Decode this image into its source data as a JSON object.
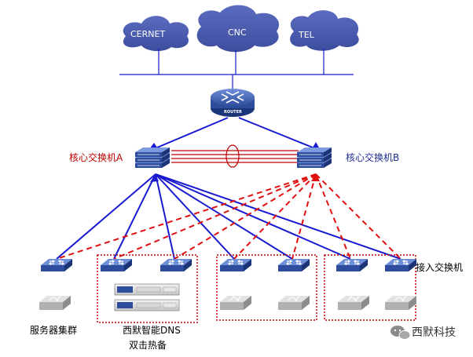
{
  "clouds": [
    {
      "id": "cernet",
      "label": "CERNET"
    },
    {
      "id": "cnc",
      "label": "CNC"
    },
    {
      "id": "tel",
      "label": "TEL"
    }
  ],
  "router": {
    "label": "ROUTER"
  },
  "core_a": {
    "label": "核心交换机A"
  },
  "core_b": {
    "label": "核心交换机B"
  },
  "access": {
    "label": "接入交换机"
  },
  "server_cluster": {
    "label": "服务器集群"
  },
  "dns": {
    "label_line1": "西默智能DNS",
    "label_line2": "双击热备"
  },
  "watermark": {
    "label": "西默科技"
  },
  "colors": {
    "cloud": "#4556a8",
    "link_blue": "#1a1ad0",
    "link_red": "#e01010",
    "group_border": "#c00000",
    "switch_top": "#3a60b8",
    "switch_side": "#1e3a86",
    "server_gray": "#b8b8b8"
  }
}
